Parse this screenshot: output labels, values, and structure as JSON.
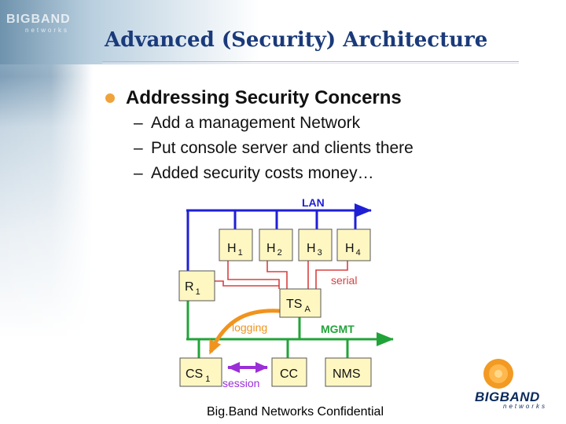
{
  "slide": {
    "title": "Advanced (Security) Architecture",
    "bullet": "Addressing Security Concerns",
    "sub_bullets": [
      "Add a management Network",
      "Put console server and clients there",
      "Added security costs money…"
    ],
    "dash": "–",
    "footer": "Big.Band Networks Confidential"
  },
  "branding": {
    "corner_logo": "BIGBAND",
    "corner_logo_sub": "networks",
    "logo_word": "BIGBAND",
    "logo_sub": "networks"
  },
  "diagram": {
    "lan_label": "LAN",
    "mgmt_label": "MGMT",
    "serial_label": "serial",
    "logging_label": "logging",
    "session_label": "session",
    "nodes": {
      "h1": {
        "main": "H",
        "sub": "1"
      },
      "h2": {
        "main": "H",
        "sub": "2"
      },
      "h3": {
        "main": "H",
        "sub": "3"
      },
      "h4": {
        "main": "H",
        "sub": "4"
      },
      "r1": {
        "main": "R",
        "sub": "1"
      },
      "ts": {
        "main": "TS",
        "sub": "A"
      },
      "cs": {
        "main": "CS",
        "sub": "1"
      },
      "cc": {
        "main": "CC"
      },
      "nms": {
        "main": "NMS"
      }
    },
    "colors": {
      "lan": "#1f1fd6",
      "mgmt": "#22a33a",
      "serial": "#d84040",
      "logging": "#f0941e",
      "session": "#9a2fd8",
      "node_fill": "#fff7c2",
      "node_stroke": "#555555"
    }
  }
}
